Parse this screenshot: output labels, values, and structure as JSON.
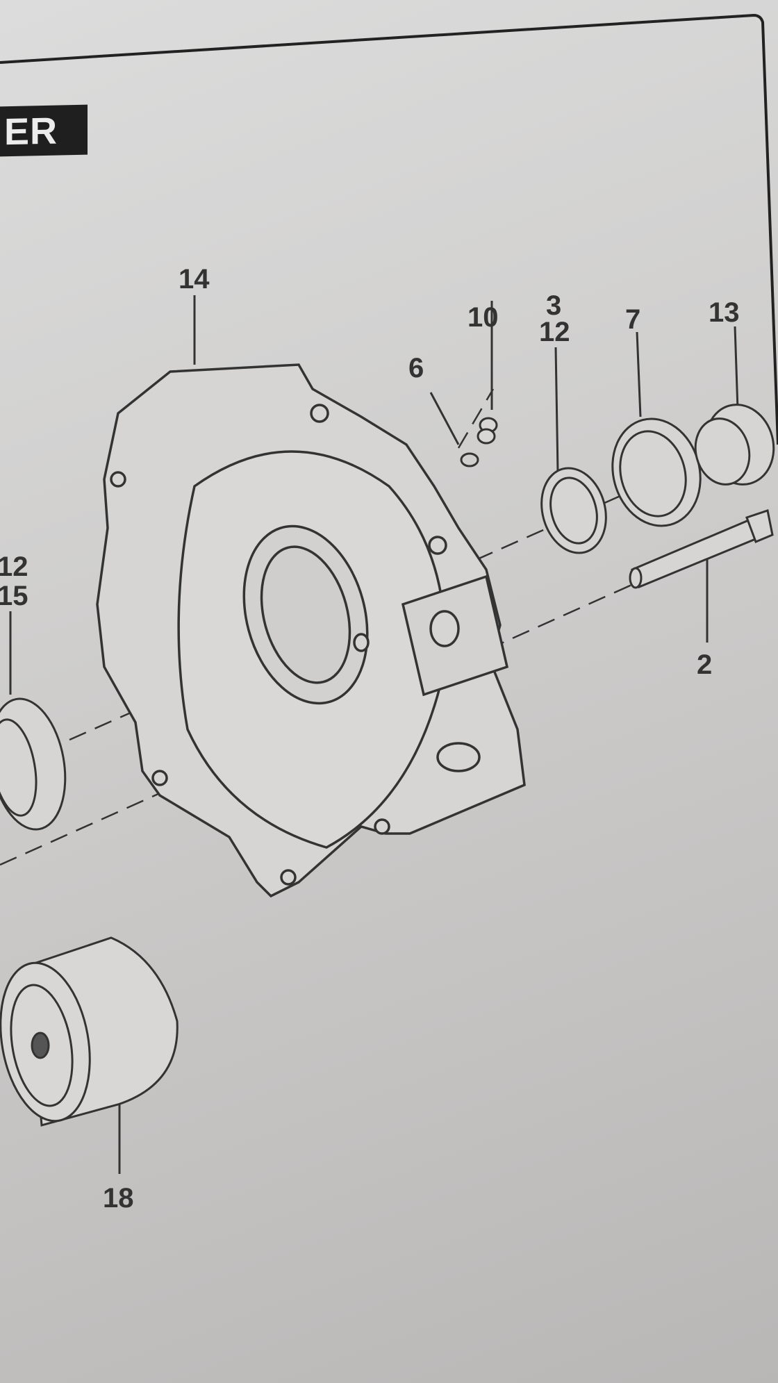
{
  "header": {
    "section_title": "ER"
  },
  "callouts": {
    "c14": "14",
    "c10": "10",
    "c6": "6",
    "c3": "3",
    "c12a": "12",
    "c7": "7",
    "c13": "13",
    "c2": "2",
    "c12b": "12",
    "c15": "15",
    "c18": "18"
  },
  "colors": {
    "ink": "#333333",
    "tab": "#1f1f1f",
    "paper": "#d4d3d2"
  }
}
